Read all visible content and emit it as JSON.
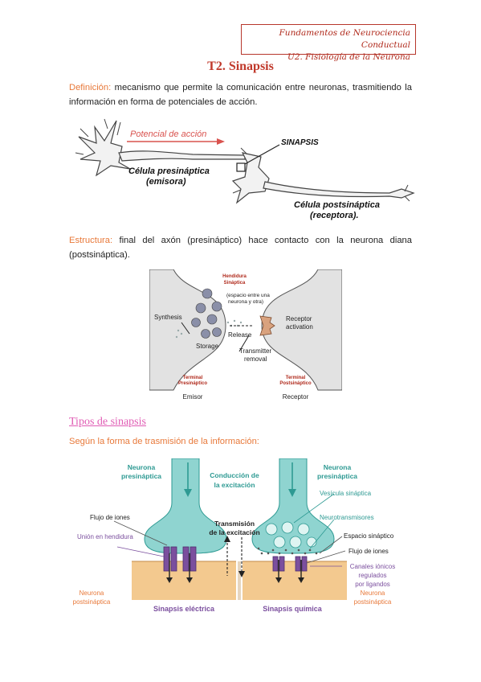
{
  "header": {
    "course": "Fundamentos de Neurociencia Conductual",
    "unit": "U2. Fisiología de la Neurona"
  },
  "title": "T2. Sinapsis",
  "definition": {
    "label": "Definición:",
    "text": " mecanismo que permite la comunicación entre neuronas, trasmitiendo la información en forma de potenciales de acción."
  },
  "figure1": {
    "potential": "Potencial de acción",
    "presynaptic": "Célula presináptica",
    "presynaptic_role": "(emisora)",
    "synapse": "SINAPSIS",
    "postsynaptic": "Célula postsináptica",
    "postsynaptic_role": "(receptora)."
  },
  "structure": {
    "label": "Estructura:",
    "text": " final del axón (presináptico) hace contacto con la neurona diana (postsináptica)."
  },
  "figure2": {
    "cleft_title_1": "Hendidura",
    "cleft_title_2": "Sináptica",
    "cleft_note_1": "(espacio entre una",
    "cleft_note_2": "neurona y otra)",
    "synthesis": "Synthesis",
    "storage": "Storage",
    "release": "Release",
    "receptor_1": "Receptor",
    "receptor_2": "activation",
    "removal_1": "Transmitter",
    "removal_2": "removal",
    "pre_terminal_1": "Terminal",
    "pre_terminal_2": "Presináptico",
    "post_terminal_1": "Terminal",
    "post_terminal_2": "Postsináptico",
    "sender": "Emisor",
    "receiver": "Receptor"
  },
  "types": {
    "title": "Tipos de sinapsis",
    "subtitle": "Según la forma de trasmisión de la información:"
  },
  "figure3": {
    "pre_left_1": "Neurona",
    "pre_left_2": "presináptica",
    "conduction_1": "Conducción de",
    "conduction_2": "la excitación",
    "pre_right_1": "Neurona",
    "pre_right_2": "presináptica",
    "vesicle": "Vesícula sináptica",
    "ion_flow_left": "Flujo de iones",
    "neurotransmitters": "Neurotransmisores",
    "transmission_1": "Transmisión",
    "transmission_2": "de la excitación",
    "gap_junction": "Unión en hendidura",
    "cleft_space": "Espacio sináptico",
    "ion_flow_right": "Flujo de iones",
    "ligand_1": "Canales iónicos",
    "ligand_2": "regulados",
    "ligand_3": "por ligandos",
    "post_left_1": "Neurona",
    "post_left_2": "postsináptica",
    "post_right_1": "Neurona",
    "post_right_2": "postsináptica",
    "electrical": "Sinapsis eléctrica",
    "chemical": "Sinapsis química"
  },
  "colors": {
    "header_red": "#b02a1c",
    "label_orange": "#e8793a",
    "section_pink": "#e05cb4",
    "teal": "#2e9a93",
    "teal_fill": "#8fd4d0",
    "membrane": "#f3c98f",
    "channel_purple": "#7b4f9e"
  }
}
